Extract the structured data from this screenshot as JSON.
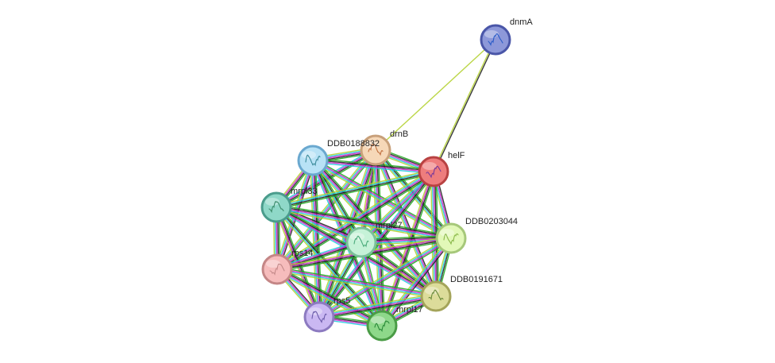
{
  "network": {
    "nodes": [
      {
        "id": "dnmA",
        "label": "dnmA",
        "fill": "#8d98d9",
        "stroke": "#4a56a8",
        "glyph": "#2a5cc8"
      },
      {
        "id": "drnB",
        "label": "drnB",
        "fill": "#f6d8b8",
        "stroke": "#c8a07a",
        "glyph": "#c07040"
      },
      {
        "id": "DDB0188832",
        "label": "DDB0188832",
        "fill": "#b8e2f6",
        "stroke": "#6aa8cf",
        "glyph": "#3a8a9a"
      },
      {
        "id": "helF",
        "label": "helF",
        "fill": "#ee7d7d",
        "stroke": "#b84242",
        "glyph": "#7a3a9a"
      },
      {
        "id": "mrpl33",
        "label": "mrpl33",
        "fill": "#8fd8c8",
        "stroke": "#4a9c8c",
        "glyph": "#3a8a6a"
      },
      {
        "id": "mrpl27",
        "label": "mrpl27",
        "fill": "#c6f2d8",
        "stroke": "#7ac09a",
        "glyph": "#4aaa7a"
      },
      {
        "id": "DDB0203044",
        "label": "DDB0203044",
        "fill": "#e2f8b8",
        "stroke": "#a6c87a",
        "glyph": "#8ab84a"
      },
      {
        "id": "rps14",
        "label": "rps14",
        "fill": "#f6bcbc",
        "stroke": "#c48686",
        "glyph": "#c48a8a"
      },
      {
        "id": "DDB0191671",
        "label": "DDB0191671",
        "fill": "#dcdc9a",
        "stroke": "#a4a45a",
        "glyph": "#6a8a3a"
      },
      {
        "id": "rps5",
        "label": "rps5",
        "fill": "#cab8f2",
        "stroke": "#8c7ac0",
        "glyph": "#6a5aaa"
      },
      {
        "id": "mrpl17",
        "label": "mrpl17",
        "fill": "#8ed88a",
        "stroke": "#4a9c46",
        "glyph": "#2a8a3a"
      }
    ],
    "edge_colors": {
      "gene_cooccurrence": "#2244ff",
      "database": "#22ccdd",
      "experiments": "#cc22cc",
      "coexpression": "#222222",
      "textmining": "#b4d232",
      "homology": "#aaaaff",
      "fusion": "#ff3322",
      "neighborhood": "#22aa22"
    },
    "dense_cluster": [
      "drnB",
      "DDB0188832",
      "helF",
      "mrpl33",
      "mrpl27",
      "DDB0203044",
      "rps14",
      "DDB0191671",
      "rps5",
      "mrpl17"
    ],
    "cluster_edge_types": [
      "neighborhood",
      "coexpression",
      "experiments",
      "database",
      "textmining"
    ],
    "extra_edges": [
      {
        "source": "dnmA",
        "target": "drnB",
        "types": [
          "textmining"
        ]
      },
      {
        "source": "dnmA",
        "target": "helF",
        "types": [
          "coexpression",
          "textmining"
        ]
      }
    ]
  }
}
